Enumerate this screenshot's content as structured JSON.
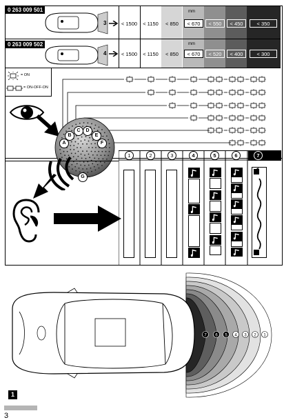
{
  "part_numbers": [
    "0 263 009 501",
    "0 263 009 502"
  ],
  "rows": [
    {
      "label": "3",
      "cells": [
        "< 1500",
        "< 1150",
        "< 850",
        "< 670",
        "< 550",
        "< 450",
        "< 350"
      ]
    },
    {
      "label": "4",
      "cells": [
        "< 1500",
        "< 1150",
        "< 850",
        "< 670",
        "< 520",
        "< 400",
        "< 300"
      ]
    }
  ],
  "unit": "mm",
  "legend": {
    "on": "= ON",
    "blink": "= ON-OFF-ON"
  },
  "sensor_letters": [
    "A",
    "B",
    "C",
    "D",
    "E",
    "F",
    "G"
  ],
  "zone_numbers": [
    "1",
    "2",
    "3",
    "4",
    "5",
    "6",
    "7"
  ],
  "zone_labels_rev": [
    "7",
    "6",
    "5",
    "4",
    "3",
    "2",
    "1"
  ],
  "figure_number": "1",
  "page_number": "3",
  "column_colors": [
    "#ffffff",
    "#ffffff",
    "#d6d6d6",
    "#b9b9b9",
    "#8f8f8f",
    "#5c5c5c",
    "#262626"
  ]
}
